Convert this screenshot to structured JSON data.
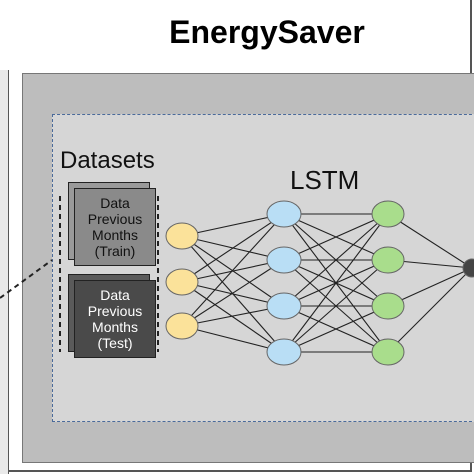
{
  "title": "EnergySaver",
  "labels": {
    "datasets": "Datasets",
    "model": "LSTM"
  },
  "datasets": [
    {
      "id": "train",
      "text": "Data\nPrevious\nMonths\n(Train)",
      "fill": "#8a8a8a"
    },
    {
      "id": "test",
      "text": "Data\nPrevious\nMonths\n(Test)",
      "fill": "#4a4a4a"
    }
  ],
  "network": {
    "input_count": 3,
    "hidden1_count": 4,
    "hidden2_count": 4,
    "colors": {
      "input": "#fbe29a",
      "hidden1": "#b9def5",
      "hidden2": "#a9dd8c",
      "edge": "#222222"
    }
  },
  "colors": {
    "outer_panel": "#bdbdbd",
    "inner_panel": "#d6d6d6",
    "inner_border": "#4a6a9a"
  }
}
